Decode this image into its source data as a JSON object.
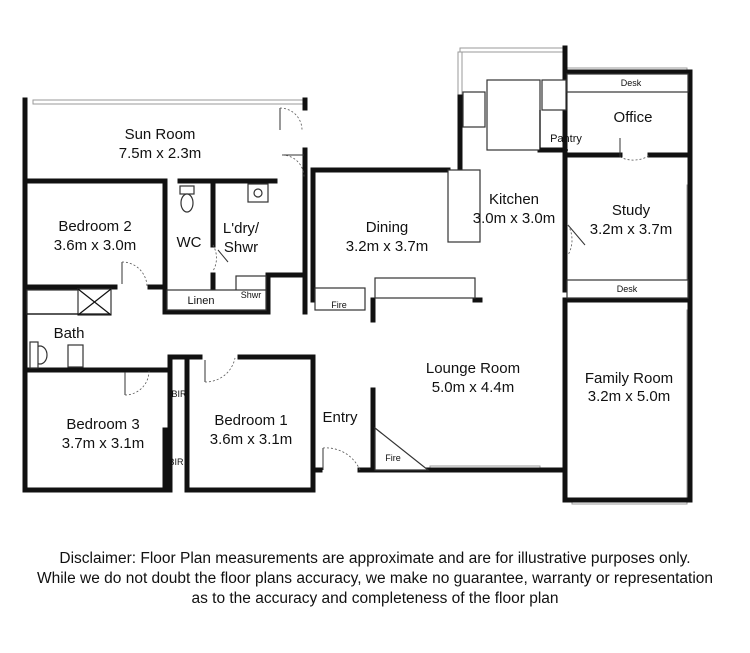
{
  "rooms": {
    "sun_room": {
      "name": "Sun Room",
      "size": "7.5m x 2.3m"
    },
    "bedroom2": {
      "name": "Bedroom 2",
      "size": "3.6m x 3.0m"
    },
    "wc": {
      "name": "WC"
    },
    "laundry": {
      "name_line1": "L'dry/",
      "name_line2": "Shwr"
    },
    "shower": {
      "name": "Shwr"
    },
    "linen": {
      "name": "Linen"
    },
    "dining": {
      "name": "Dining",
      "size": "3.2m x 3.7m"
    },
    "kitchen": {
      "name": "Kitchen",
      "size": "3.0m x 3.0m"
    },
    "pantry": {
      "name": "Pantry"
    },
    "office": {
      "name": "Office"
    },
    "desk_top": {
      "name": "Desk"
    },
    "study": {
      "name": "Study",
      "size": "3.2m x 3.7m"
    },
    "desk_study": {
      "name": "Desk"
    },
    "fire_dining": {
      "name": "Fire"
    },
    "bath": {
      "name": "Bath"
    },
    "lounge": {
      "name": "Lounge Room",
      "size": "5.0m x 4.4m"
    },
    "family": {
      "name": "Family Room",
      "size": "3.2m x 5.0m"
    },
    "bir_top": {
      "name": "BIR"
    },
    "bir_bottom": {
      "name": "BIR"
    },
    "bedroom3": {
      "name": "Bedroom 3",
      "size": "3.7m x 3.1m"
    },
    "bedroom1": {
      "name": "Bedroom 1",
      "size": "3.6m x 3.1m"
    },
    "entry": {
      "name": "Entry"
    },
    "fire_lounge": {
      "name": "Fire"
    }
  },
  "disclaimer": {
    "line1": "Disclaimer: Floor Plan measurements are approximate and are for illustrative purposes only.",
    "line2": "While we do not doubt the floor plans accuracy, we make no guarantee, warranty or representation",
    "line3": "as to the accuracy and completeness of the floor plan"
  }
}
